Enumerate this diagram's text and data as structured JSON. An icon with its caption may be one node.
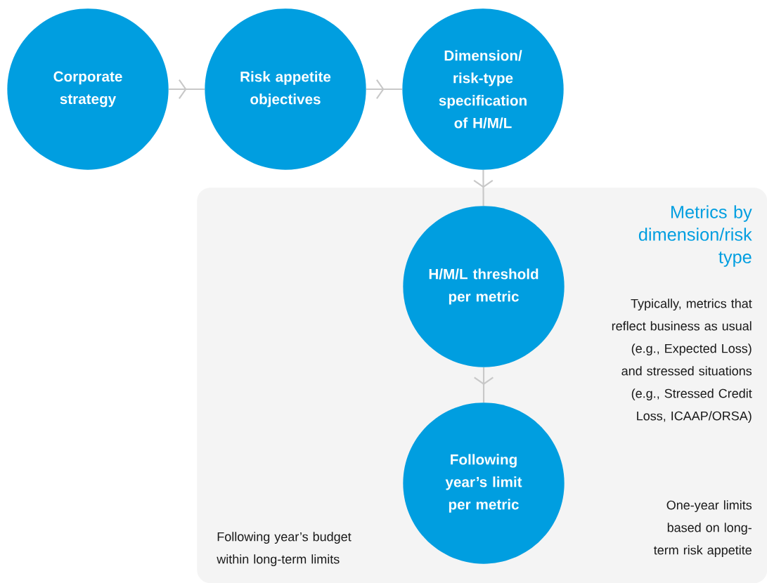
{
  "diagram": {
    "nodes": [
      {
        "text": [
          "Corporate strategy"
        ]
      },
      {
        "text": [
          "Risk appetite objectives"
        ]
      },
      {
        "text": [
          "Dimension/ risk-type specification of H/M/L"
        ]
      },
      {
        "text": [
          "Metrics by dimension/risk type",
          "Typically, metrics that reflect business as usual (e.g., Expected Loss) and stressed situations (e.g., Stressed Credit Loss, ICAAP/ORSA)",
          "One-year limits based on long-term risk appetite",
          "Following year’s budget within long-term limits"
        ]
      },
      {
        "text": [
          "H/M/L threshold per metric"
        ],
        "in": 3
      },
      {
        "text": [
          "Following year’s limit per metric"
        ],
        "in": 3
      }
    ],
    "edges": [
      {
        "from": 0,
        "to": 1,
        "arrow": "to"
      },
      {
        "from": 1,
        "to": 2,
        "arrow": "to"
      },
      {
        "from": 2,
        "to": 4,
        "arrow": "to"
      },
      {
        "from": 4,
        "to": 5,
        "arrow": "to"
      }
    ]
  }
}
